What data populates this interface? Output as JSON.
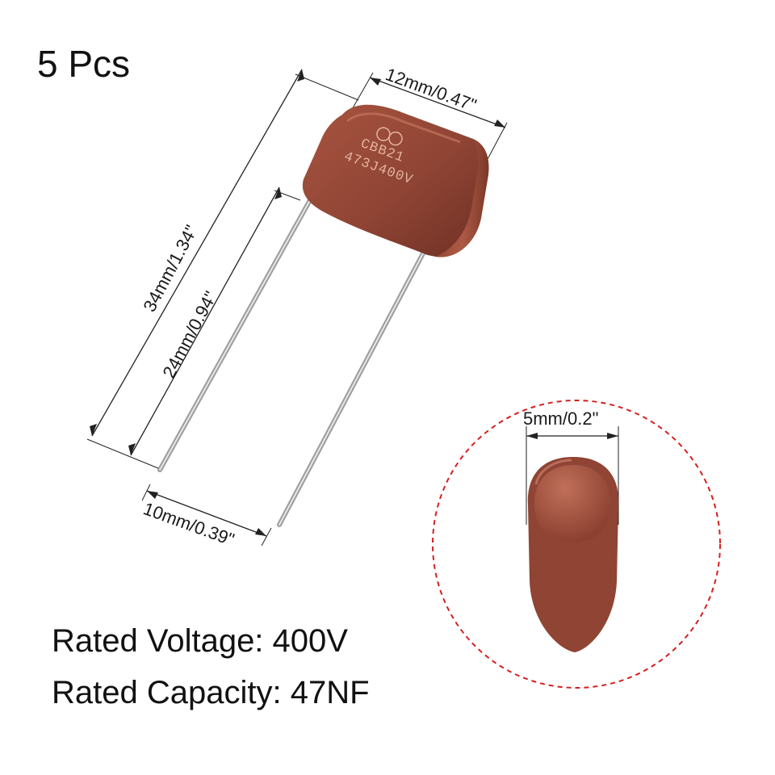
{
  "product": {
    "quantity_label": "5 Pcs",
    "body_color": "#8f4434",
    "lead_color": "#c4c4c4"
  },
  "capacitor_marking": {
    "logo": "",
    "model": "CBB21",
    "code": "473J400V"
  },
  "dimensions": {
    "total_length": "34mm/1.34\"",
    "lead_length": "24mm/0.94\"",
    "body_width": "12mm/0.47\"",
    "lead_spacing": "10mm/0.39\"",
    "body_thickness": "5mm/0.2\""
  },
  "specs": {
    "voltage": "Rated Voltage: 400V",
    "capacity": "Rated Capacity: 47NF"
  },
  "detail_view": {
    "outline_color": "#d42020"
  }
}
